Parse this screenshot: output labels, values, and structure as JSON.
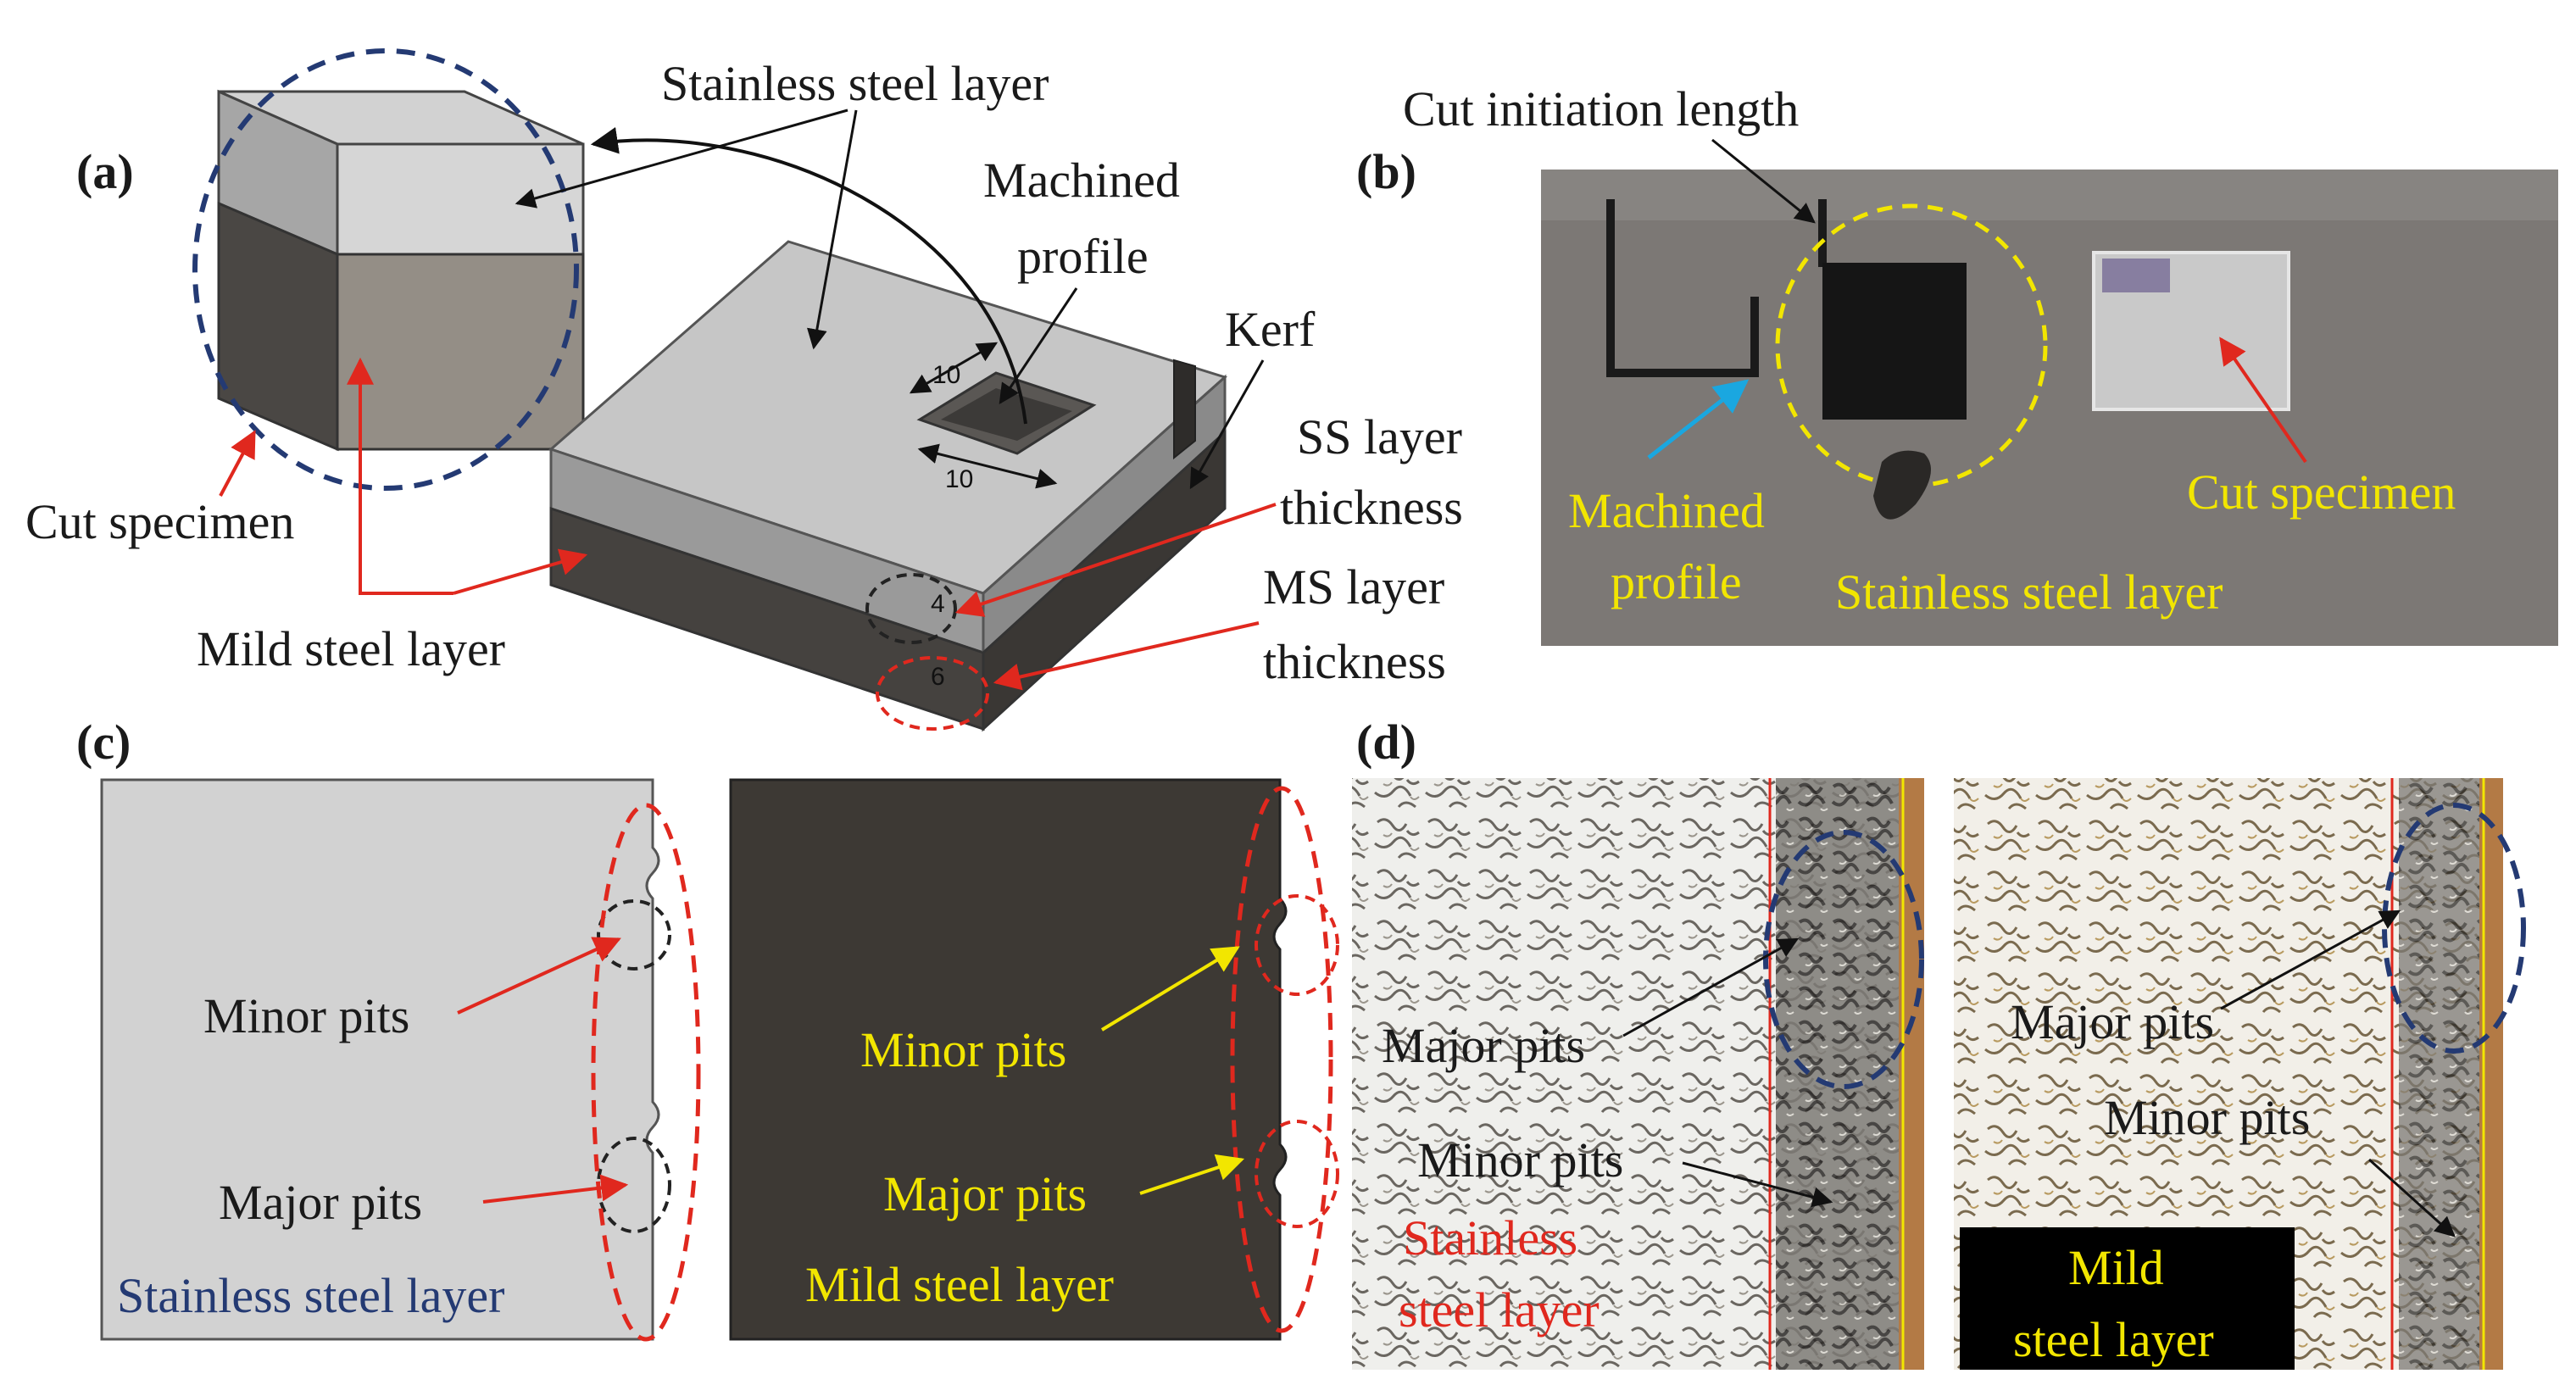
{
  "panels": {
    "a": {
      "letter": "(a)",
      "labels": {
        "stainless_steel_layer": "Stainless steel layer",
        "machined_profile_line1": "Machined",
        "machined_profile_line2": "profile",
        "kerf": "Kerf",
        "ss_thickness_line1": "SS layer",
        "ss_thickness_line2": "thickness",
        "ms_thickness_line1": "MS layer",
        "ms_thickness_line2": "thickness",
        "cut_specimen": "Cut specimen",
        "mild_steel_layer": "Mild steel layer"
      },
      "dimensions": {
        "top": "10",
        "bottom": "10",
        "ss": "4",
        "ms": "6"
      }
    },
    "b": {
      "letter": "(b)",
      "labels": {
        "cut_initiation_length": "Cut initiation length",
        "machined_profile_line1": "Machined",
        "machined_profile_line2": "profile",
        "stainless_steel_layer": "Stainless steel layer",
        "cut_specimen": "Cut specimen"
      }
    },
    "c": {
      "letter": "(c)",
      "left": {
        "minor_pits": "Minor pits",
        "major_pits": "Major pits",
        "layer": "Stainless steel layer"
      },
      "right": {
        "minor_pits": "Minor pits",
        "major_pits": "Major pits",
        "layer": "Mild steel layer"
      }
    },
    "d": {
      "letter": "(d)",
      "left": {
        "major_pits": "Major pits",
        "minor_pits": "Minor pits",
        "layer_line1": "Stainless",
        "layer_line2": "steel layer"
      },
      "right": {
        "major_pits": "Major pits",
        "minor_pits": "Minor pits",
        "layer_line1": "Mild",
        "layer_line2": "steel layer"
      }
    }
  },
  "colors": {
    "ss_face": "#c9c9c9",
    "ss_side": "#a9a9a9",
    "ms_face": "#4a4744",
    "ms_side": "#6b6762",
    "dark_panel": "#3d3934",
    "photo_bg": "#7c7875",
    "yellow_text": "#f2e600",
    "red_arrow": "#e0281e",
    "navy_circle": "#243a73",
    "cyan_arrow": "#1aa7e0",
    "strip_brown": "#b37a45"
  }
}
